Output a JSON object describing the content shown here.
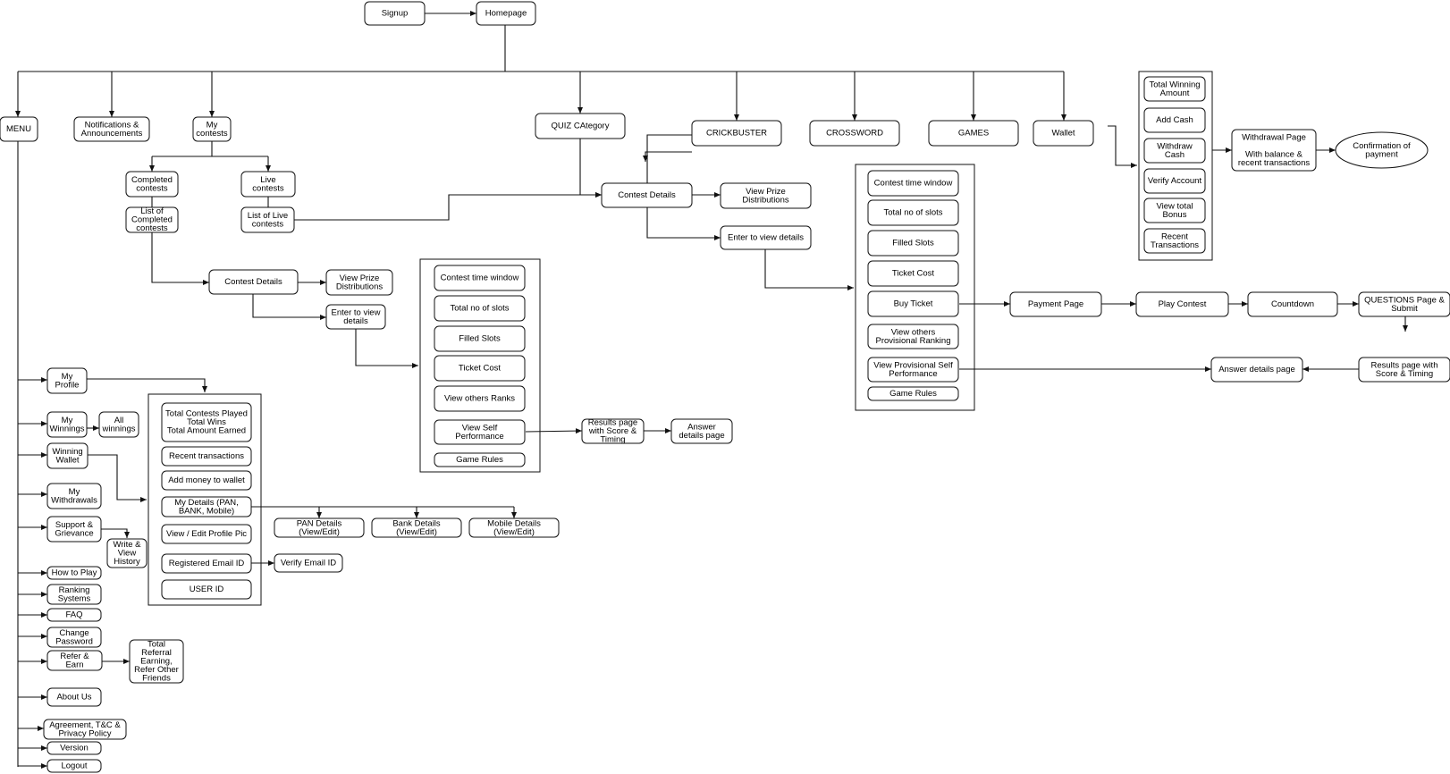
{
  "nodes": {
    "signup": [
      "Signup"
    ],
    "homepage": [
      "Homepage"
    ],
    "menu": [
      "MENU"
    ],
    "notifications": [
      "Notifications &",
      "Announcements"
    ],
    "my_contests": [
      "My",
      "contests"
    ],
    "quiz_category": [
      "QUIZ CAtegory"
    ],
    "crickbuster": [
      "CRICKBUSTER"
    ],
    "crossword": [
      "CROSSWORD"
    ],
    "games": [
      "GAMES"
    ],
    "wallet": [
      "Wallet"
    ],
    "completed_contests": [
      "Completed",
      "contests"
    ],
    "live_contests": [
      "Live",
      "contests"
    ],
    "list_completed": [
      "List of",
      "Completed",
      "contests"
    ],
    "list_live": [
      "List of Live",
      "contests"
    ],
    "contest_details_1": [
      "Contest Details"
    ],
    "view_prize_1": [
      "View Prize",
      "Distributions"
    ],
    "enter_details_1": [
      "Enter to view",
      "details"
    ],
    "contest_details_2": [
      "Contest Details"
    ],
    "view_prize_2": [
      "View Prize",
      "Distributions"
    ],
    "enter_details_2": [
      "Enter to view details"
    ],
    "g1_time_window": [
      "Contest time window"
    ],
    "g1_total_slots": [
      "Total no of slots"
    ],
    "g1_filled_slots": [
      "Filled Slots"
    ],
    "g1_ticket_cost": [
      "Ticket Cost"
    ],
    "g1_others_ranks": [
      "View others Ranks"
    ],
    "g1_self_performance": [
      "View Self",
      "Performance"
    ],
    "g1_game_rules": [
      "Game Rules"
    ],
    "results_score_1": [
      "Results page",
      "with Score &",
      "Timing"
    ],
    "answer_details_1": [
      "Answer",
      "details page"
    ],
    "g2_time_window": [
      "Contest time window"
    ],
    "g2_total_slots": [
      "Total no of slots"
    ],
    "g2_filled_slots": [
      "Filled Slots"
    ],
    "g2_ticket_cost": [
      "Ticket Cost"
    ],
    "g2_buy_ticket": [
      "Buy Ticket"
    ],
    "g2_others_ranking": [
      "View others",
      "Provisional Ranking"
    ],
    "g2_self_performance": [
      "View Provisional Self",
      "Performance"
    ],
    "g2_game_rules": [
      "Game Rules"
    ],
    "payment_page": [
      "Payment Page"
    ],
    "play_contest": [
      "Play Contest"
    ],
    "countdown": [
      "Countdown"
    ],
    "questions_page": [
      "QUESTIONS Page &",
      "Submit"
    ],
    "results_score_2": [
      "Results page with",
      "Score & Timing"
    ],
    "answer_details_2": [
      "Answer details page"
    ],
    "w_total_winning": [
      "Total Winning",
      "Amount"
    ],
    "w_add_cash": [
      "Add Cash"
    ],
    "w_withdraw_cash": [
      "Withdraw",
      "Cash"
    ],
    "w_verify_account": [
      "Verify Account"
    ],
    "w_total_bonus": [
      "View total",
      "Bonus"
    ],
    "w_recent_transactions": [
      "Recent",
      "Transactions"
    ],
    "withdrawal_page": [
      "Withdrawal Page",
      "",
      "With balance &",
      "recent transactions"
    ],
    "confirmation_payment": [
      "Confirmation of",
      "payment"
    ],
    "my_profile": [
      "My",
      "Profile"
    ],
    "my_winnings": [
      "My",
      "Winnings"
    ],
    "all_winnings": [
      "All",
      "winnings"
    ],
    "winning_wallet": [
      "Winning",
      "Wallet"
    ],
    "my_withdrawals": [
      "My",
      "Withdrawals"
    ],
    "support_grievance": [
      "Support &",
      "Grievance"
    ],
    "write_view_history": [
      "Write &",
      "View",
      "History"
    ],
    "how_to_play": [
      "How to Play"
    ],
    "ranking_systems": [
      "Ranking",
      "Systems"
    ],
    "faq": [
      "FAQ"
    ],
    "change_password": [
      "Change",
      "Password"
    ],
    "refer_earn": [
      "Refer &",
      "Earn"
    ],
    "referral_earning": [
      "Total",
      "Referral",
      "Earning,",
      "Refer Other",
      "Friends"
    ],
    "about_us": [
      "About Us"
    ],
    "agreement": [
      "Agreement, T&C &",
      "Privacy Policy"
    ],
    "version": [
      "Version"
    ],
    "logout": [
      "Logout"
    ],
    "p_contest_stats": [
      "Total Contests Played",
      "Total Wins",
      "Total Amount Earned"
    ],
    "p_recent_transactions": [
      "Recent transactions"
    ],
    "p_add_money": [
      "Add money to wallet"
    ],
    "p_my_details": [
      "My Details (PAN,",
      "BANK, Mobile)"
    ],
    "p_profile_pic": [
      "View / Edit Profile Pic"
    ],
    "p_registered_email": [
      "Registered Email ID"
    ],
    "p_user_id": [
      "USER ID"
    ],
    "pan_details": [
      "PAN Details",
      "(View/Edit)"
    ],
    "bank_details": [
      "Bank Details",
      "(View/Edit)"
    ],
    "mobile_details": [
      "Mobile Details",
      "(View/Edit)"
    ],
    "verify_email": [
      "Verify Email ID"
    ]
  }
}
